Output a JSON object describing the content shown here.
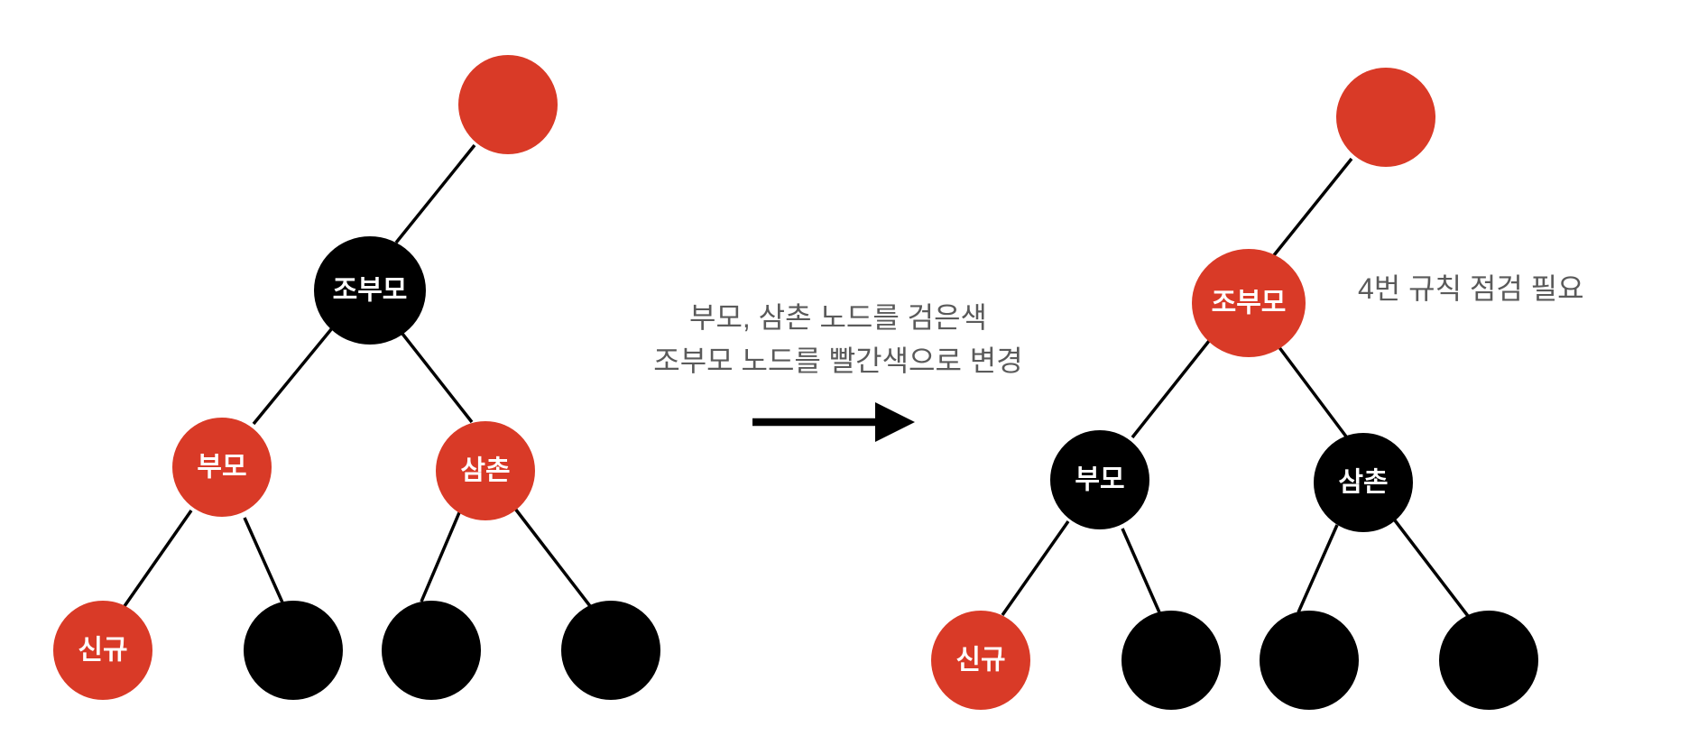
{
  "left_tree": {
    "root": {
      "fill": "#D93A27"
    },
    "grandparent": {
      "label": "조부모",
      "fill": "#000000"
    },
    "parent": {
      "label": "부모",
      "fill": "#D93A27"
    },
    "uncle": {
      "label": "삼촌",
      "fill": "#D93A27"
    },
    "new_node": {
      "label": "신규",
      "fill": "#D93A27"
    },
    "leaves": [
      {
        "fill": "#000000"
      },
      {
        "fill": "#000000"
      },
      {
        "fill": "#000000"
      }
    ]
  },
  "transition": {
    "line1": "부모, 삼촌 노드를 검은색",
    "line2": "조부모 노드를 빨간색으로 변경"
  },
  "right_tree": {
    "root": {
      "fill": "#D93A27"
    },
    "grandparent": {
      "label": "조부모",
      "fill": "#D93A27"
    },
    "parent": {
      "label": "부모",
      "fill": "#000000"
    },
    "uncle": {
      "label": "삼촌",
      "fill": "#000000"
    },
    "new_node": {
      "label": "신규",
      "fill": "#D93A27"
    },
    "leaves": [
      {
        "fill": "#000000"
      },
      {
        "fill": "#000000"
      },
      {
        "fill": "#000000"
      }
    ],
    "note": "4번 규칙 점검 필요"
  }
}
